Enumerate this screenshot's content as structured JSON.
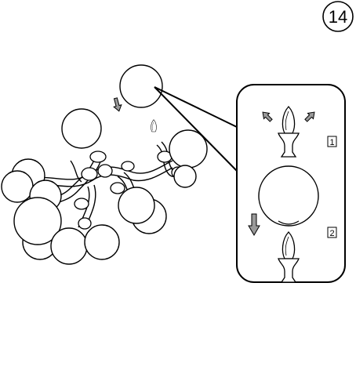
{
  "step_number": "14",
  "callout_labels": [
    "1",
    "2"
  ],
  "colors": {
    "line": "#000000",
    "fill": "#ffffff",
    "arrow_fill": "#9a9a9a"
  },
  "icons": [
    "step-badge",
    "globe",
    "candle-bulb",
    "lamp-cup",
    "remove-arrow",
    "push-down-arrow"
  ]
}
